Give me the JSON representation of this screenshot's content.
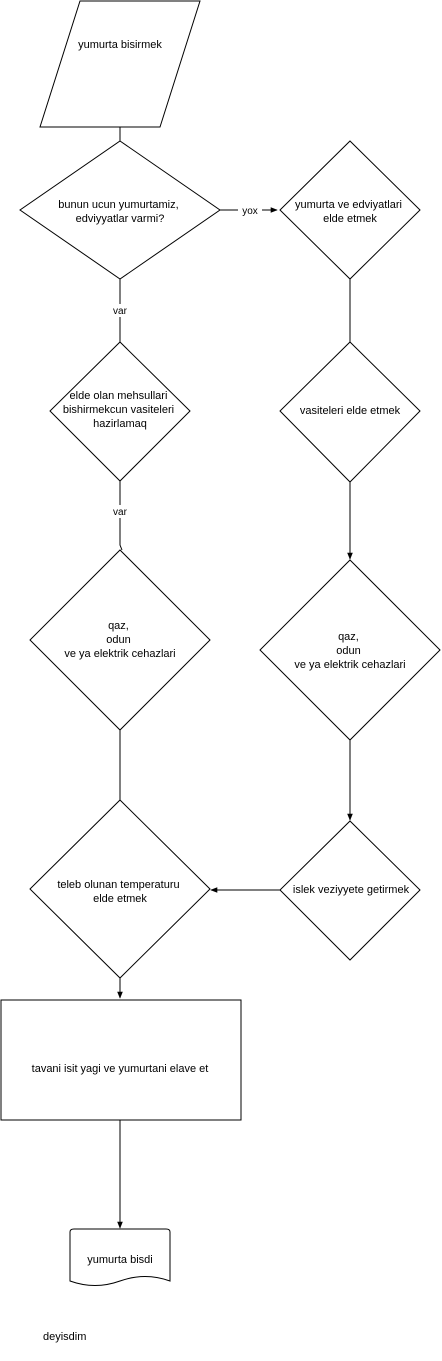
{
  "diagram": {
    "nodes": {
      "start": {
        "label": [
          "yumurta bisirmek"
        ]
      },
      "check_ingredients": {
        "label": [
          "bunun ucun yumurtamiz,",
          "edviyyatlar varmi?"
        ]
      },
      "get_ingredients": {
        "label": [
          "yumurta ve edviyatlari",
          "elde etmek"
        ]
      },
      "prepare_tools": {
        "label": [
          "elde olan mehsullari",
          "bishirmekcun vasiteleri",
          "hazirlamaq"
        ]
      },
      "get_tools": {
        "label": [
          "vasiteleri elde etmek"
        ]
      },
      "heat_source_left": {
        "label": [
          "qaz,",
          "odun",
          "ve ya elektrik cehazlari"
        ]
      },
      "heat_source_right": {
        "label": [
          "qaz,",
          "odun",
          "ve ya elektrik cehazlari"
        ]
      },
      "make_working": {
        "label": [
          "islek veziyyete getirmek"
        ]
      },
      "get_temperature": {
        "label": [
          "teleb olunan temperaturu",
          "elde etmek"
        ]
      },
      "add_oil_eggs": {
        "label": [
          "tavani isit yagi ve yumurtani elave et"
        ]
      },
      "end": {
        "label": [
          "yumurta bisdi"
        ]
      }
    },
    "edge_labels": {
      "no": "yox",
      "yes_1": "var",
      "yes_2": "var"
    },
    "footer_text": "deyisdim"
  },
  "colors": {
    "stroke": "#000000",
    "fill": "#ffffff",
    "text": "#000000"
  }
}
